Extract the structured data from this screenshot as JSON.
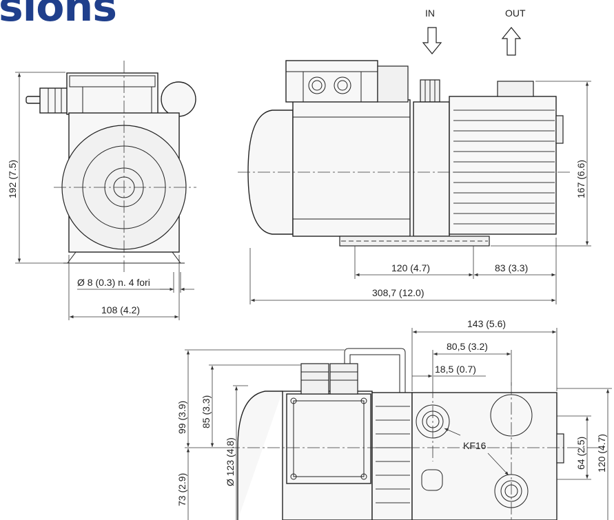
{
  "header": {
    "title": "sions"
  },
  "flow": {
    "in_label": "IN",
    "out_label": "OUT"
  },
  "front_view": {
    "height_dim": "192 (7.5)",
    "holes_dim": "Ø 8 (0.3) n. 4 fori",
    "width_dim": "108 (4.2)"
  },
  "side_view": {
    "height_dim": "167 (6.6)",
    "feet_spacing_dim": "120 (4.7)",
    "rear_offset_dim": "83 (3.3)",
    "overall_length_dim": "308,7 (12.0)"
  },
  "top_view": {
    "dim_143": "143 (5.6)",
    "dim_80_5": "80,5 (3.2)",
    "dim_18_5": "18,5 (0.7)",
    "dim_99": "99 (3.9)",
    "dim_85": "85 (3.3)",
    "dim_123": "Ø 123 (4.8)",
    "dim_73": "73 (2.9)",
    "dim_64": "64 (2.5)",
    "dim_120": "120 (4.7)",
    "port_label": "KF16"
  },
  "colors": {
    "title": "#1f3f8c",
    "line": "#222222",
    "fill": "#f7f7f7"
  },
  "icons": [
    "inlet-arrow-icon",
    "outlet-arrow-icon"
  ]
}
